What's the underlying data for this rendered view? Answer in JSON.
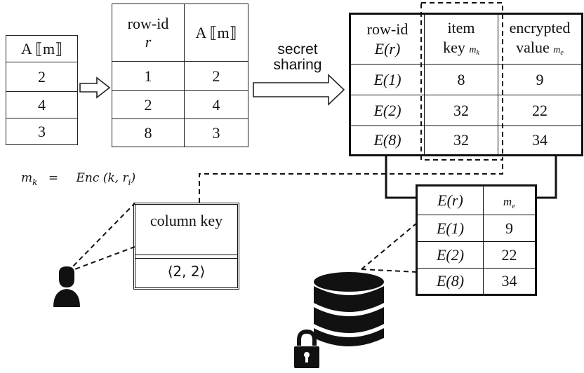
{
  "table_a": {
    "header": "A ⟦m⟧",
    "rows": [
      "2",
      "4",
      "3"
    ]
  },
  "table_b": {
    "header_rowid": "row-id",
    "header_rowid_var": "r",
    "header_a": "A ⟦m⟧",
    "rows": [
      [
        "1",
        "2"
      ],
      [
        "2",
        "4"
      ],
      [
        "8",
        "3"
      ]
    ]
  },
  "arrow_label": {
    "line1": "secret",
    "line2": "sharing"
  },
  "table_c": {
    "h1_top": "row-id",
    "h1_bottom": "E(r)",
    "h2_top": "item",
    "h2_bottom": "key",
    "h2_sub": "m",
    "h2_subsub": "k",
    "h3_top": "encrypted",
    "h3_bottom": "value",
    "h3_sub": "m",
    "h3_subsub": "e",
    "rows": [
      [
        "E(1)",
        "8",
        "9"
      ],
      [
        "E(2)",
        "32",
        "22"
      ],
      [
        "E(8)",
        "32",
        "34"
      ]
    ]
  },
  "formula": {
    "lhs": "m",
    "lhs_sub": "k",
    "eq": "=",
    "rhs": "Enc (k, r",
    "rhs_sub": "i",
    "rhs_end": ")"
  },
  "column_key": {
    "title": "column key",
    "value": "⟨2, 2⟩"
  },
  "table_d": {
    "h1": "E(r)",
    "h2": "m",
    "h2_sub": "e",
    "rows": [
      [
        "E(1)",
        "9"
      ],
      [
        "E(2)",
        "22"
      ],
      [
        "E(8)",
        "34"
      ]
    ]
  },
  "icons": {
    "user": "user-icon",
    "database": "database-icon",
    "lock": "lock-icon"
  }
}
